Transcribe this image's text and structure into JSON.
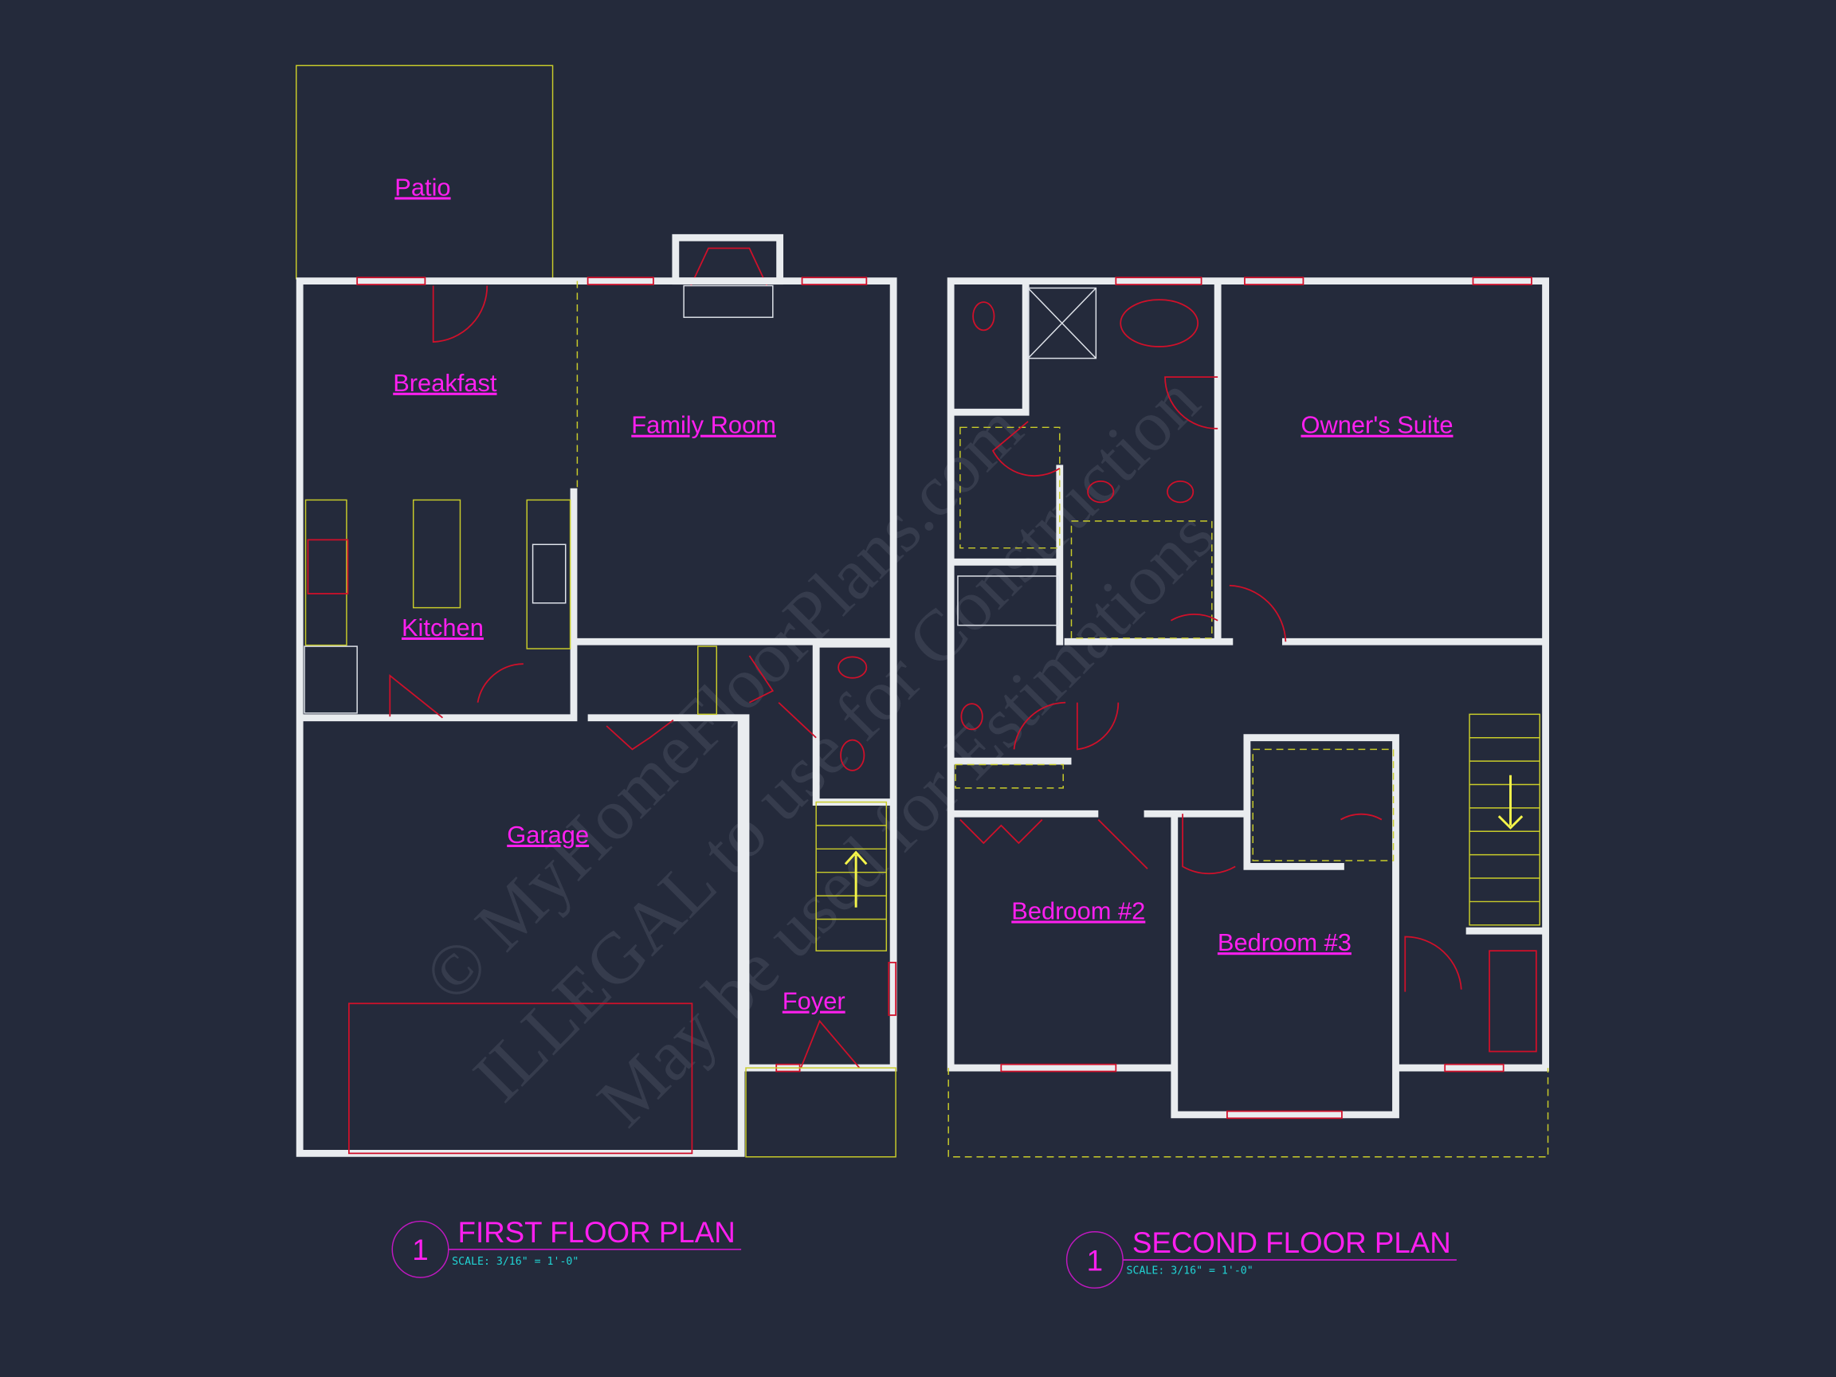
{
  "rooms": {
    "first_floor": [
      "Patio",
      "Breakfast",
      "Family Room",
      "Kitchen",
      "Garage",
      "Foyer"
    ],
    "second_floor": [
      "Owner's Suite",
      "Bedroom #2",
      "Bedroom #3"
    ]
  },
  "titles": {
    "first": {
      "number": "1",
      "title": "FIRST FLOOR PLAN",
      "scale": "SCALE: 3/16\" = 1'-0\""
    },
    "second": {
      "number": "1",
      "title": "SECOND FLOOR PLAN",
      "scale": "SCALE: 3/16\" = 1'-0\""
    }
  },
  "watermark": [
    "© MyHomeFloorPlans.com",
    "ILLEGAL to use for Construction",
    "May be used for Estimations"
  ],
  "colors": {
    "background": "#242a3b",
    "walls": "#e9ecef",
    "labels": "#ff1ff0",
    "fixtures": "#d0102a",
    "outline": "#c9cc2a",
    "scale": "#21d4d4"
  }
}
